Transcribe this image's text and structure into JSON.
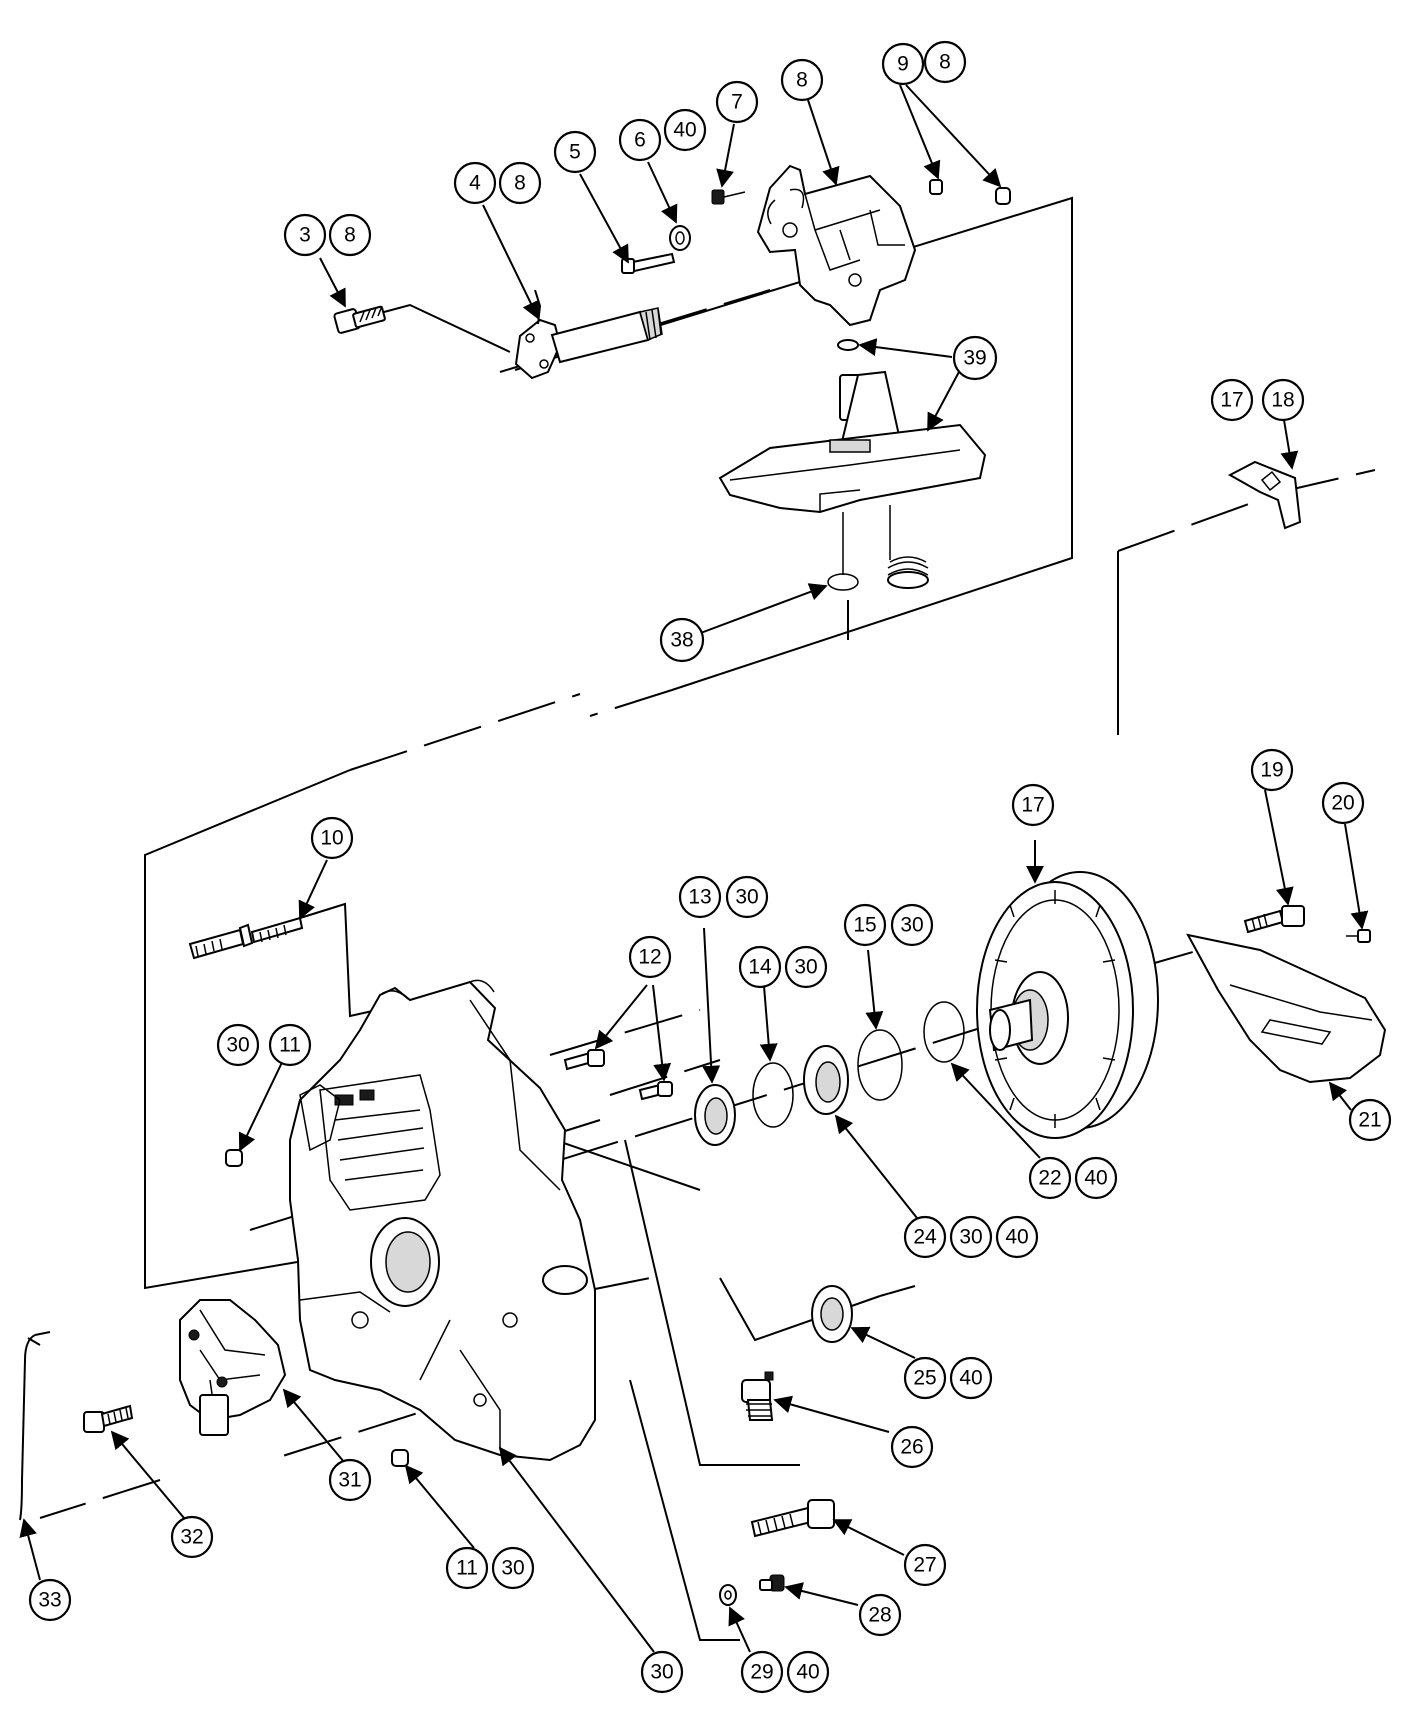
{
  "diagram": {
    "callouts": [
      {
        "id": "c3",
        "text": "3"
      },
      {
        "id": "c3b",
        "text": "8"
      },
      {
        "id": "c4",
        "text": "4"
      },
      {
        "id": "c4b",
        "text": "8"
      },
      {
        "id": "c5",
        "text": "5"
      },
      {
        "id": "c6",
        "text": "6"
      },
      {
        "id": "c6b",
        "text": "40"
      },
      {
        "id": "c7",
        "text": "7"
      },
      {
        "id": "c8",
        "text": "8"
      },
      {
        "id": "c9",
        "text": "9"
      },
      {
        "id": "c9b",
        "text": "8"
      },
      {
        "id": "c39",
        "text": "39"
      },
      {
        "id": "c38",
        "text": "38"
      },
      {
        "id": "c17a",
        "text": "17"
      },
      {
        "id": "c18",
        "text": "18"
      },
      {
        "id": "c19",
        "text": "19"
      },
      {
        "id": "c20",
        "text": "20"
      },
      {
        "id": "c17",
        "text": "17"
      },
      {
        "id": "c21",
        "text": "21"
      },
      {
        "id": "c10",
        "text": "10"
      },
      {
        "id": "c13",
        "text": "13"
      },
      {
        "id": "c13b",
        "text": "30"
      },
      {
        "id": "c14",
        "text": "14"
      },
      {
        "id": "c14b",
        "text": "30"
      },
      {
        "id": "c15",
        "text": "15"
      },
      {
        "id": "c15b",
        "text": "30"
      },
      {
        "id": "c12",
        "text": "12"
      },
      {
        "id": "c30a",
        "text": "30"
      },
      {
        "id": "c11a",
        "text": "11"
      },
      {
        "id": "c22",
        "text": "22"
      },
      {
        "id": "c22b",
        "text": "40"
      },
      {
        "id": "c24",
        "text": "24"
      },
      {
        "id": "c24b",
        "text": "30"
      },
      {
        "id": "c24c",
        "text": "40"
      },
      {
        "id": "c25",
        "text": "25"
      },
      {
        "id": "c25b",
        "text": "40"
      },
      {
        "id": "c26",
        "text": "26"
      },
      {
        "id": "c31",
        "text": "31"
      },
      {
        "id": "c32",
        "text": "32"
      },
      {
        "id": "c33",
        "text": "33"
      },
      {
        "id": "c11b",
        "text": "11"
      },
      {
        "id": "c11c",
        "text": "30"
      },
      {
        "id": "c27",
        "text": "27"
      },
      {
        "id": "c28",
        "text": "28"
      },
      {
        "id": "c30",
        "text": "30"
      },
      {
        "id": "c29",
        "text": "29"
      },
      {
        "id": "c29b",
        "text": "40"
      }
    ]
  }
}
